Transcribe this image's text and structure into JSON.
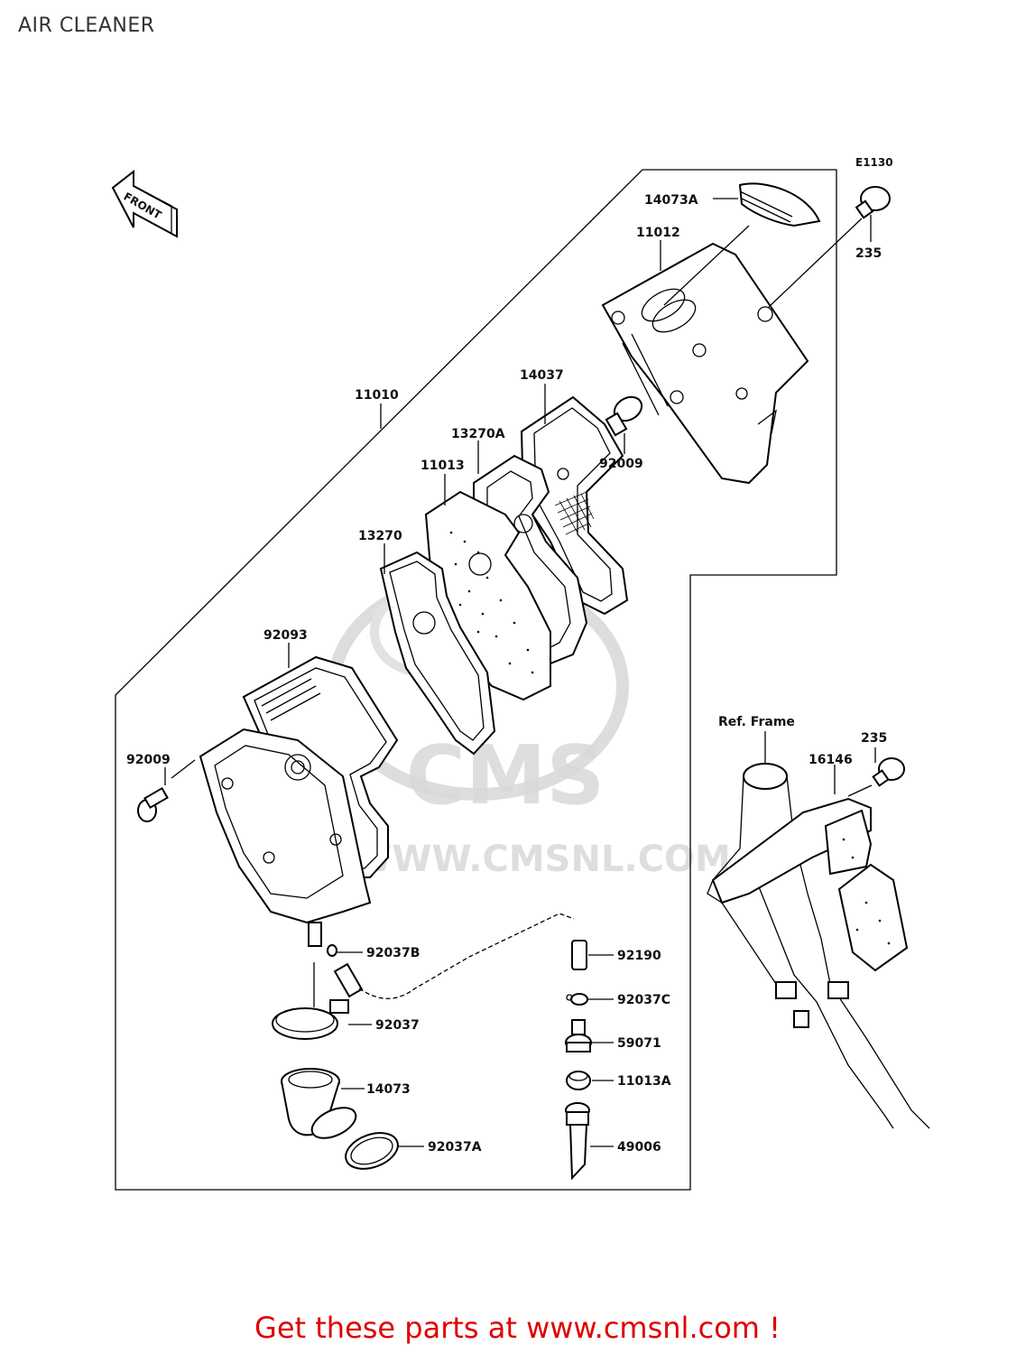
{
  "page": {
    "title": "AIR CLEANER"
  },
  "diagram": {
    "ref_code": "E1130",
    "front_marker": "FRONT",
    "frame_ref": "Ref. Frame",
    "watermark": {
      "logo": "CMS",
      "url": "WWW.CMSNL.COM"
    },
    "parts": [
      {
        "id": "p-14073a",
        "label": "14073A"
      },
      {
        "id": "p-11012",
        "label": "11012"
      },
      {
        "id": "p-235-top",
        "label": "235"
      },
      {
        "id": "p-11010",
        "label": "11010"
      },
      {
        "id": "p-14037",
        "label": "14037"
      },
      {
        "id": "p-13270a",
        "label": "13270A"
      },
      {
        "id": "p-92009-top",
        "label": "92009"
      },
      {
        "id": "p-11013",
        "label": "11013"
      },
      {
        "id": "p-13270",
        "label": "13270"
      },
      {
        "id": "p-92093",
        "label": "92093"
      },
      {
        "id": "p-92009-left",
        "label": "92009"
      },
      {
        "id": "p-235-right",
        "label": "235"
      },
      {
        "id": "p-16146",
        "label": "16146"
      },
      {
        "id": "p-92037b",
        "label": "92037B"
      },
      {
        "id": "p-92190",
        "label": "92190"
      },
      {
        "id": "p-92037c",
        "label": "92037C"
      },
      {
        "id": "p-92037",
        "label": "92037"
      },
      {
        "id": "p-59071",
        "label": "59071"
      },
      {
        "id": "p-14073",
        "label": "14073"
      },
      {
        "id": "p-11013a",
        "label": "11013A"
      },
      {
        "id": "p-92037a",
        "label": "92037A"
      },
      {
        "id": "p-49006",
        "label": "49006"
      }
    ]
  },
  "footer": {
    "cta": "Get these parts at www.cmsnl.com !",
    "color": "#e00000"
  }
}
